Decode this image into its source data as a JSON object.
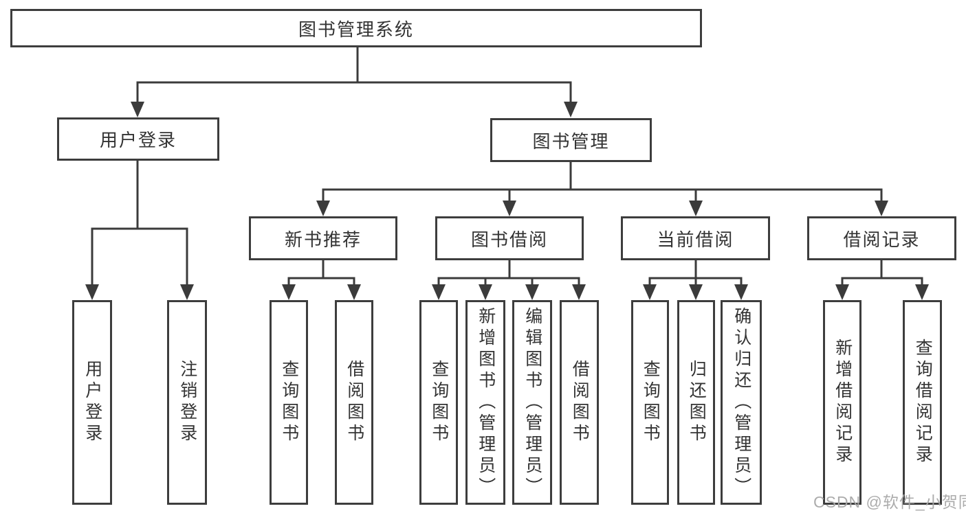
{
  "tree": {
    "label": "图书管理系统",
    "children": [
      {
        "label": "用户登录",
        "children": [
          {
            "label": "用户登录"
          },
          {
            "label": "注销登录"
          }
        ]
      },
      {
        "label": "图书管理",
        "children": [
          {
            "label": "新书推荐",
            "children": [
              {
                "label": "查询图书"
              },
              {
                "label": "借阅图书"
              }
            ]
          },
          {
            "label": "图书借阅",
            "children": [
              {
                "label": "查询图书"
              },
              {
                "label": "新增图书（管理员）"
              },
              {
                "label": "编辑图书（管理员）"
              },
              {
                "label": "借阅图书"
              }
            ]
          },
          {
            "label": "当前借阅",
            "children": [
              {
                "label": "查询图书"
              },
              {
                "label": "归还图书"
              },
              {
                "label": "确认归还（管理员）"
              }
            ]
          },
          {
            "label": "借阅记录",
            "children": [
              {
                "label": "新增借阅记录"
              },
              {
                "label": "查询借阅记录"
              }
            ]
          }
        ]
      }
    ]
  },
  "watermark": "CSDN @软件_小贺同学",
  "colors": {
    "line": "#3b3b3b",
    "text": "#333333",
    "watermark": "#a8a8a8",
    "background": "#ffffff"
  }
}
